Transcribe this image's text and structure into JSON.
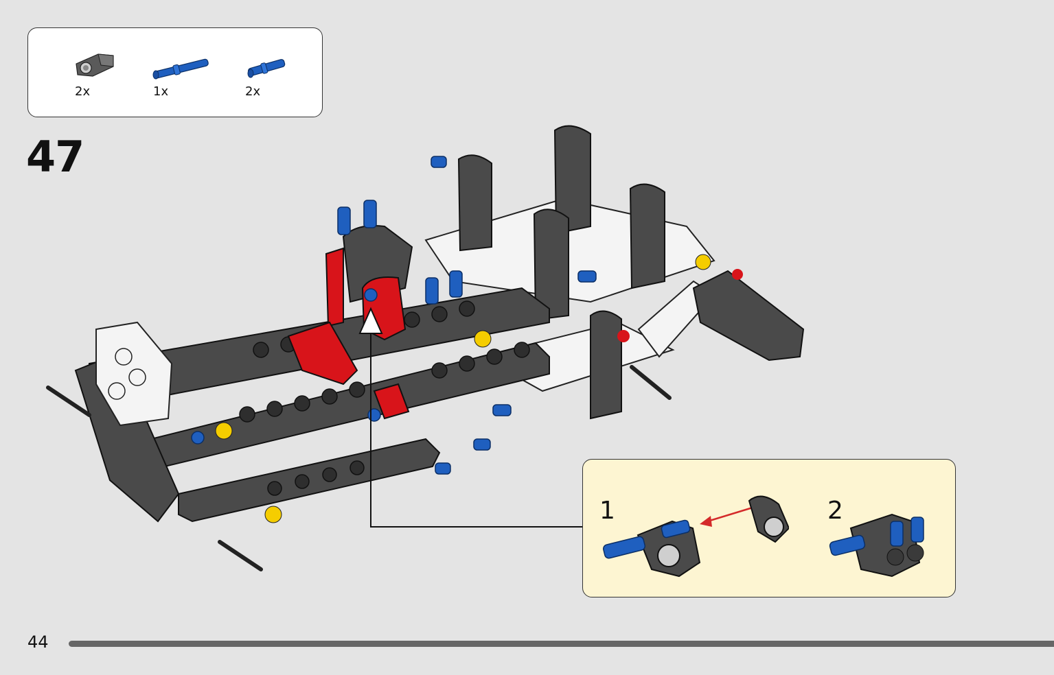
{
  "parts_list": {
    "items": [
      {
        "quantity_label": "2x",
        "part": "dark-gray-angle-connector",
        "color": "#5a5a5a"
      },
      {
        "quantity_label": "1x",
        "part": "blue-long-pin-with-stop",
        "color": "#1f5fbf"
      },
      {
        "quantity_label": "2x",
        "part": "blue-friction-pin",
        "color": "#1f5fbf"
      }
    ]
  },
  "step": {
    "number": "47"
  },
  "sub_assembly": {
    "substeps": [
      {
        "label": "1"
      },
      {
        "label": "2"
      }
    ],
    "background_color": "#fdf5d2",
    "arrow_color": "#d42a2a"
  },
  "colors": {
    "page_background": "#e4e4e4",
    "dark_gray": "#4a4a4a",
    "red": "#d8141a",
    "blue": "#1f5fbf",
    "yellow": "#f5cd00"
  },
  "footer": {
    "page_number": "44",
    "progress_fraction": 1.0
  }
}
